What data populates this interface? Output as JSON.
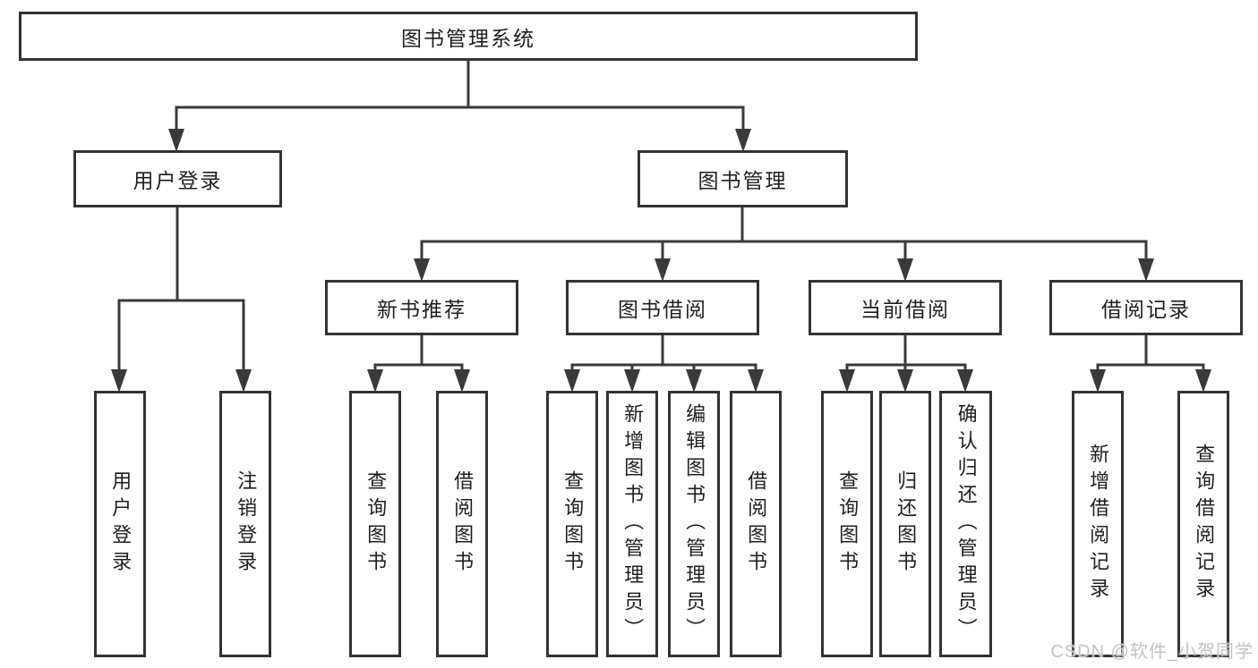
{
  "colors": {
    "line": "#3a3a3a",
    "box_border": "#333333",
    "box_fill": "#ffffff",
    "text": "#1f1f1f",
    "watermark": "#c2c2c2"
  },
  "watermark": "CSDN @软件_小贺同学",
  "tree": {
    "root": {
      "label": "图书管理系统",
      "children": [
        {
          "label": "用户登录",
          "children": [
            {
              "label": "用户登录"
            },
            {
              "label": "注销登录"
            }
          ]
        },
        {
          "label": "图书管理",
          "children": [
            {
              "label": "新书推荐",
              "children": [
                {
                  "label": "查询图书"
                },
                {
                  "label": "借阅图书"
                }
              ]
            },
            {
              "label": "图书借阅",
              "children": [
                {
                  "label": "查询图书"
                },
                {
                  "label": "新增图书（管理员）"
                },
                {
                  "label": "编辑图书（管理员）"
                },
                {
                  "label": "借阅图书"
                }
              ]
            },
            {
              "label": "当前借阅",
              "children": [
                {
                  "label": "查询图书"
                },
                {
                  "label": "归还图书"
                },
                {
                  "label": "确认归还（管理员）"
                }
              ]
            },
            {
              "label": "借阅记录",
              "children": [
                {
                  "label": "新增借阅记录"
                },
                {
                  "label": "查询借阅记录"
                }
              ]
            }
          ]
        }
      ]
    }
  }
}
